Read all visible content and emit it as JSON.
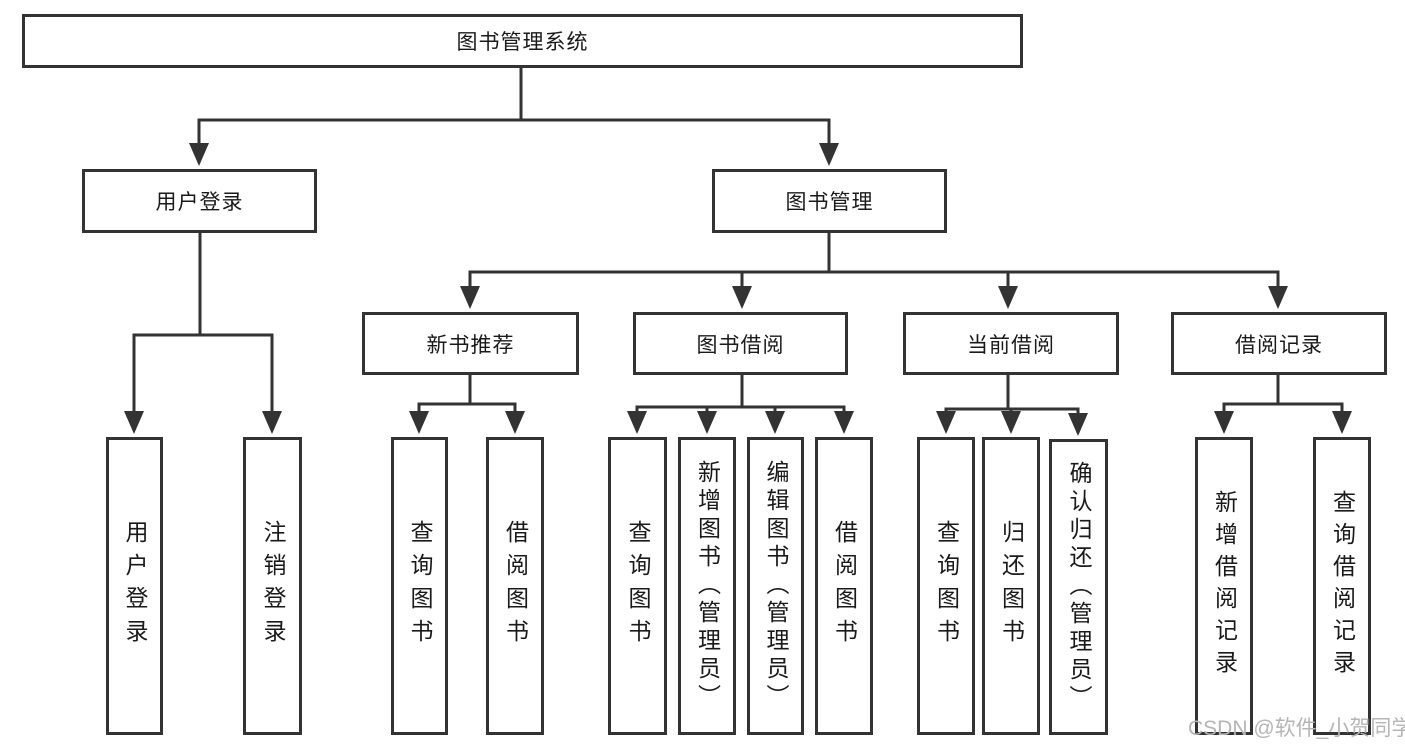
{
  "colors": {
    "line": "#333333",
    "text": "#1a1a1a",
    "background": "#ffffff",
    "watermark": "#b5b5b5"
  },
  "watermark": {
    "text": "CSDN @软件_小贺同学"
  },
  "tree": {
    "label": "图书管理系统",
    "children": [
      {
        "label": "用户登录",
        "children": [
          {
            "label": "用户登录"
          },
          {
            "label": "注销登录"
          }
        ]
      },
      {
        "label": "图书管理",
        "children": [
          {
            "label": "新书推荐",
            "children": [
              {
                "label": "查询图书"
              },
              {
                "label": "借阅图书"
              }
            ]
          },
          {
            "label": "图书借阅",
            "children": [
              {
                "label": "查询图书"
              },
              {
                "label": "新增图书（管理员）"
              },
              {
                "label": "编辑图书（管理员）"
              },
              {
                "label": "借阅图书"
              }
            ]
          },
          {
            "label": "当前借阅",
            "children": [
              {
                "label": "查询图书"
              },
              {
                "label": "归还图书"
              },
              {
                "label": "确认归还（管理员）"
              }
            ]
          },
          {
            "label": "借阅记录",
            "children": [
              {
                "label": "新增借阅记录"
              },
              {
                "label": "查询借阅记录"
              }
            ]
          }
        ]
      }
    ]
  }
}
